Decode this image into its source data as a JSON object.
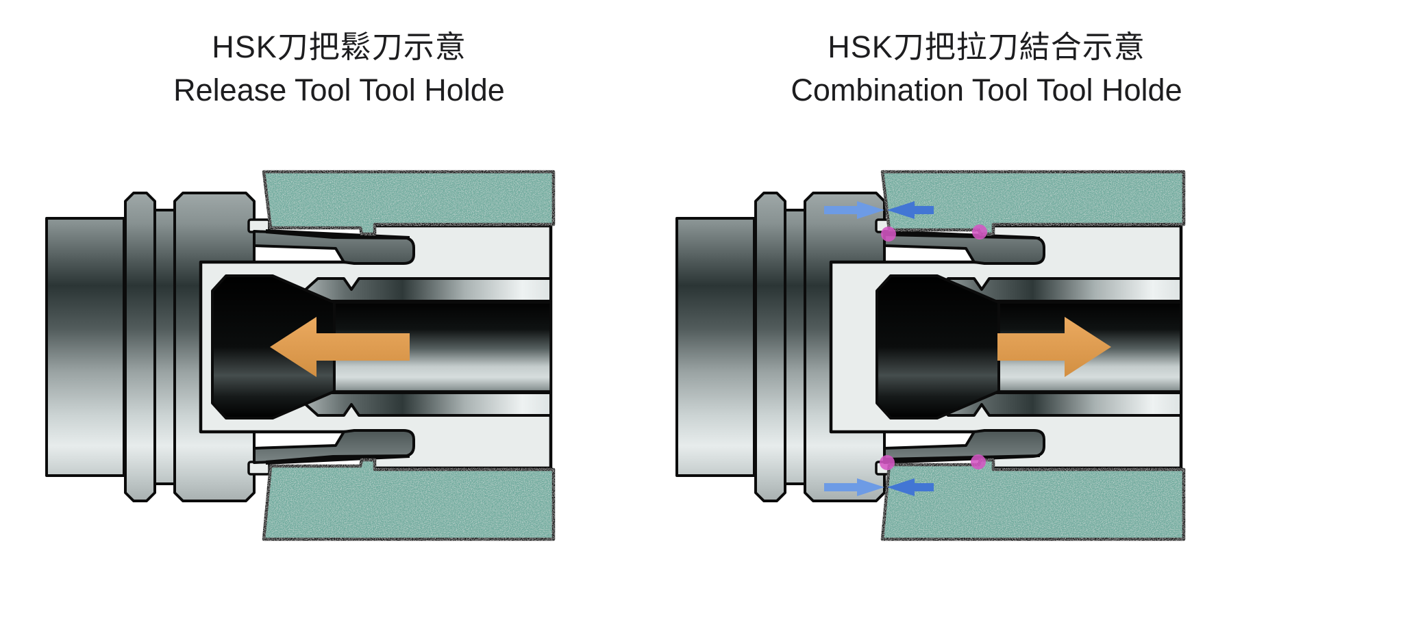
{
  "page": {
    "background": "#ffffff",
    "type": "technical-illustration"
  },
  "figures": [
    {
      "id": "release",
      "title_zh": "HSK刀把鬆刀示意",
      "title_en": "Release Tool Tool Holde",
      "state": "released",
      "force_arrow": {
        "direction": "left",
        "color": "#DF9C52"
      }
    },
    {
      "id": "combination",
      "title_zh": "HSK刀把拉刀結合示意",
      "title_en": "Combination Tool Tool Holde",
      "state": "clamped",
      "force_arrow": {
        "direction": "right",
        "color": "#DF9C52"
      },
      "clamp_arrows": {
        "count": 4,
        "color_right_pointing": "#6D9BE5",
        "color_left_pointing": "#4276D4"
      },
      "contact_dots": {
        "count": 4,
        "color": "#D457C4"
      }
    }
  ],
  "palette": {
    "spindle_teal": "#6FAB9E",
    "interior_gray": "#E9EDEC",
    "outline_black": "#0B0B0B",
    "orange_arrow": "#DF9C52",
    "blue_arrow_light": "#6D9BE5",
    "blue_arrow_dark": "#4276D4",
    "contact_pink": "#D457C4"
  }
}
